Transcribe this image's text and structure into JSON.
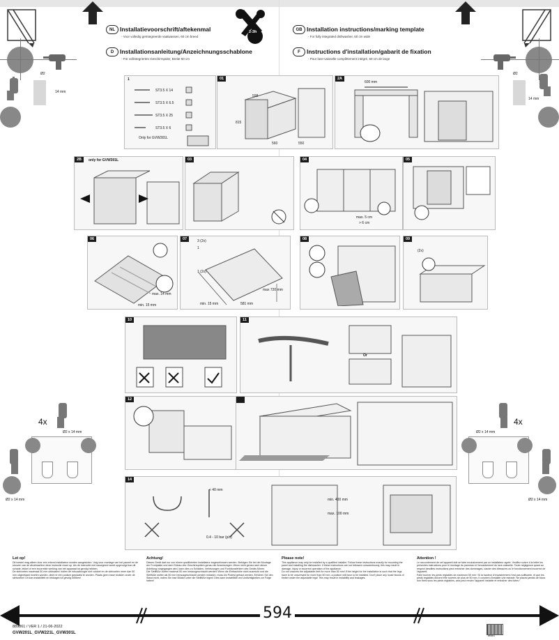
{
  "header": {
    "nl": {
      "code": "NL",
      "title": "Installatievoorschrift/aftekenmal",
      "sub": "- Voor volledig geïntegreerde vaatwassen, 60 cm breed"
    },
    "d": {
      "code": "D",
      "title": "Installationsanleitung/Anzeichnungsschablone",
      "sub": "- Für vollintegrierten Geschirrspüler, Breite 60 cm"
    },
    "gb": {
      "code": "GB",
      "title": "Installation instructions/marking template",
      "sub": "- For fully integrated dishwasher, 60 cm wide"
    },
    "f": {
      "code": "F",
      "title": "Instructions d'installation/gabarit de fixation",
      "sub": "- Pour lave-vaisselle complètement intégré, 60 cm de large"
    },
    "time_badge": "2-3h"
  },
  "side": {
    "hole_label": "Ø2",
    "depth_label": "14 mm",
    "count_label": "4x",
    "hole_spec": "Ø2 x 14 mm"
  },
  "steps": {
    "s01": "01",
    "s2a": "2A",
    "s2b": "2B",
    "s2b_note": "only for GVW301L",
    "s03": "03",
    "s04": "04",
    "s05": "05",
    "s06": "06",
    "s07": "07",
    "s08": "08",
    "s09": "09",
    "s10": "10",
    "s11": "11",
    "s12": "12",
    "s14": "14",
    "dims_01": [
      "598",
      "815",
      "560",
      "550"
    ],
    "dim_2a": "600 mm",
    "dim_04a": "max. 5 cm",
    "dim_04b": "> 6 cm",
    "dim_06": "max. 14 mm",
    "dim_06b": "min. 15 mm",
    "dim_07a": "max 720 mm",
    "dim_07b": "min. 15 mm",
    "dim_07c": "581 mm",
    "dim_14a": "< 40 mm",
    "dim_14b": "min. 400 mm",
    "dim_14c": "max. 100 mm",
    "dim_14d": "0.4 - 10 bar (p/s)",
    "callouts_07": [
      "3",
      "1",
      "1"
    ],
    "callout_2x": "(2x)",
    "or_label": "Or",
    "parts": [
      "ST3.5 X 14",
      "ST3.5 X 6.5",
      "ST3.5 X 25",
      "ST3.5 X 6"
    ],
    "parts_only": "Only for GVW301L"
  },
  "footer": {
    "nl_h": "Let op!",
    "nl_p": "Dit toestel mag alleen door een erkend installateur worden aangesloten. Volg voor montage van het paneel en de slooven van de afvalmachine deze instructie exact op. Als de instructie niet nauwgezet wordt opgevolgd kan dit schade, lekkel of een incorrekte werking van het apparaat tot gevolg hebben.\nDe stelvoeten maximaal 50 mm uitdraaien! Indien de inbouwhoogte niet voldoet en de stelvoeten meer dan 50 mm uitgedraaid moeten worden, dient er een podium geplaatst te worden. Plaats geen losse blokken onder de stelvoeten! Dit kan instabiliteit en lekkages tot gevolg hebben!",
    "d_h": "Achtung!",
    "d_p": "Dieses Gerät darf nur von einem qualifizierten Installateur angeschlossen werden. Befolgen Sie bei der Montage der Frontplatte und dem Einbau des Geschirrspülers genau die Anweisungen. Wenn nicht genau nach dieser Anleitung vorgegangen wird, kann dies zu Schäden, Verletzungen und Funktionsfehlern des Geräts führen.\nDie Stellfüße dürfen maximal 50 mm herausgeschraubt werden! Wenn die Einbauhöhe nicht ausreicht und die Stellfüße weiter als 50 mm herausgeschraubt werden müssten, muss ein Podest gebaut werden. Erhöhen Sie den Stand nicht, indem Sie lose Blöcke unter die Stellfüße legen! Dies kann Instabilität und Undichtigkeiten zur Folge haben!",
    "gb_h": "Please note!",
    "gb_p": "This appliance may only be installed by a qualified installer. Follow these instructions exactly for mounting the panel and installing the dishwasher. If these instructions are not followed conscientiously, this may result in damage, injury or incorrect operation of the appliance.\nDo not unscrew the adjustable feet for more than 50 mm! If the height for the installation is such that the legs have to be unscrewed for more than 50 mm, a podium will have to be installed. Don't place any loose blocks of timber under the adjustable legs! This may result in instability and leakages.",
    "f_h": "Attention !",
    "f_p": "Le raccordement de cet appareil doit se faire exclusivement par un installateur agréé. Veuillez suivre à la lettre les présentes instructions pour le montage du panneau et l'encastrement du lave-vaisselle. Toute négligence quant au respect desdites instructions peut entraîner des dommages, causer des blessures ou le fonctionnement incorrect de l'appareil.\nFaire tourner les pieds réglables de maximum 50 mm ! Si la hauteur d'encastrement n'est pas suffisante, et que les pieds réglables doivent être tournés de plus de 50 mm, il convient d'installer une estrade. Ne placez jamais de blocs non fixés sous les pieds réglables, cela peut rendre l'appareil instable et entraîner des fuites !",
    "measure": "594",
    "doc_id": "889861 / VER 1 / 21-06-2022",
    "models": "GVW201L_GVW221L_GVW301L",
    "barcode_text": "889861"
  }
}
